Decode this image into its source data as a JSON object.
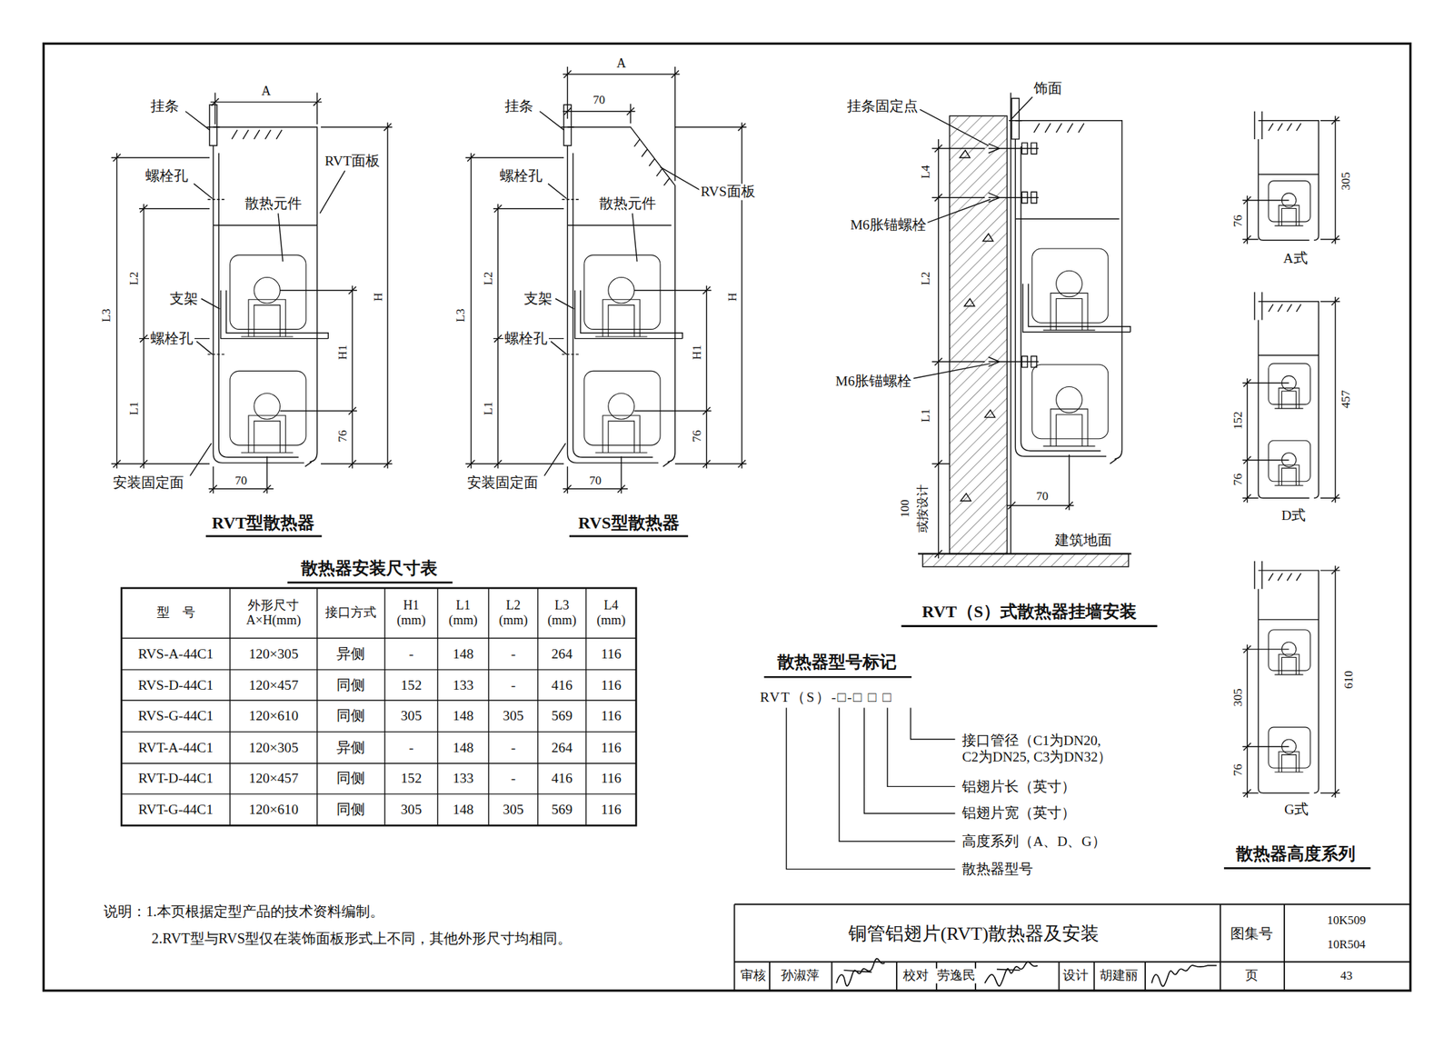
{
  "diagram": {
    "title": "铜管铝翅片(RVT)散热器及安装",
    "labels": [
      "挂条",
      "A",
      "RVT面板",
      "螺栓孔",
      "散热元件",
      "L2",
      "L3",
      "H",
      "支架",
      "H1",
      "螺栓孔",
      "L1",
      "76",
      "安装固定面",
      "70",
      "RVT型散热器",
      "A",
      "挂条",
      "70",
      "螺栓孔",
      "散热元件",
      "RVS面板",
      "L2",
      "L3",
      "支架",
      "H",
      "H1",
      "螺栓孔",
      "L1",
      "76",
      "安装固定面",
      "70",
      "RVS型散热器",
      "饰面",
      "挂条固定点",
      "L4",
      "M6胀锚螺栓",
      "L2",
      "M6胀锚螺栓",
      "L1",
      "100",
      "或按设计",
      "70",
      "建筑地面",
      "RVT（S）式散热器挂墙安装",
      "305",
      "76",
      "A式",
      "457",
      "152",
      "76",
      "D式",
      "610",
      "305",
      "76",
      "G式",
      "散热器高度系列",
      "散热器安装尺寸表",
      "型　号",
      "外形尺寸 A×H(mm)",
      "接口方式",
      "H1 (mm)",
      "L1 (mm)",
      "L2 (mm)",
      "L3 (mm)",
      "L4 (mm)",
      "RVS-A-44C1",
      "120×305",
      "异侧",
      "-",
      "148",
      "-",
      "264",
      "116",
      "RVS-D-44C1",
      "120×457",
      "同侧",
      "152",
      "133",
      "-",
      "416",
      "116",
      "RVS-G-44C1",
      "120×610",
      "同侧",
      "305",
      "148",
      "305",
      "569",
      "116",
      "RVT-A-44C1",
      "120×305",
      "异侧",
      "-",
      "148",
      "-",
      "264",
      "116",
      "RVT-D-44C1",
      "120×457",
      "同侧",
      "152",
      "133",
      "-",
      "416",
      "116",
      "RVT-G-44C1",
      "120×610",
      "同侧",
      "305",
      "148",
      "305",
      "569",
      "116",
      "散热器型号标记",
      "RVT（S）-□-□ □ □",
      "接口管径（C1为DN20, C2为DN25, C3为DN32）",
      "铝翅片长（英寸）",
      "铝翅片宽（英寸）",
      "高度系列（A、D、G）",
      "散热器型号",
      "说明：1.本页根据定型产品的技术资料编制。",
      "2.RVT型与RVS型仅在装饰面板形式上不同，其他外形尺寸均相同。",
      "图集号",
      "10K509",
      "10R504",
      "审核",
      "孙淑萍",
      "校对",
      "劳逸民",
      "设计",
      "胡建丽",
      "页",
      "43"
    ]
  }
}
